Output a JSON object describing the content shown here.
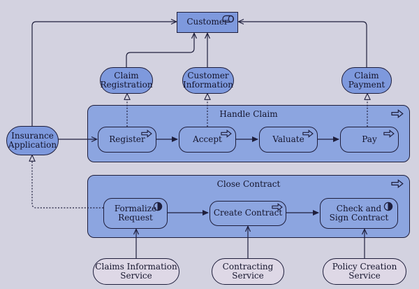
{
  "colors": {
    "background": "#d3d2e0",
    "actor_fill": "#7e99dd",
    "container_fill": "#8ca5e0",
    "external_service_fill": "#ded8e6",
    "line": "#1e1e3c"
  },
  "nodes": {
    "customer": {
      "label": "Customer",
      "icon": "business-role-icon"
    },
    "claim_registration": {
      "line1": "Claim",
      "line2": "Registration"
    },
    "customer_information": {
      "line1": "Customer",
      "line2": "Information"
    },
    "claim_payment": {
      "line1": "Claim",
      "line2": "Payment"
    },
    "insurance_application": {
      "line1": "Insurance",
      "line2": "Application"
    },
    "handle_claim": {
      "label": "Handle Claim",
      "icon": "business-process-icon"
    },
    "register": {
      "label": "Register",
      "icon": "business-process-icon"
    },
    "accept": {
      "label": "Accept",
      "icon": "business-process-icon"
    },
    "valuate": {
      "label": "Valuate",
      "icon": "business-process-icon"
    },
    "pay": {
      "label": "Pay",
      "icon": "business-process-icon"
    },
    "close_contract": {
      "label": "Close Contract",
      "icon": "business-process-icon"
    },
    "formalize_request": {
      "line1": "Formalize",
      "line2": "Request",
      "icon": "business-interaction-icon"
    },
    "create_contract": {
      "label": "Create Contract",
      "icon": "business-process-icon"
    },
    "check_and_sign_contract": {
      "line1": "Check and",
      "line2": "Sign Contract",
      "icon": "business-interaction-icon"
    },
    "claims_information_service": {
      "line1": "Claims Information",
      "line2": "Service"
    },
    "contracting_service": {
      "line1": "Contracting",
      "line2": "Service"
    },
    "policy_creation_service": {
      "line1": "Policy Creation",
      "line2": "Service"
    }
  },
  "relations": [
    {
      "from": "insurance_application",
      "to": "customer",
      "style": "solid-open-arrow"
    },
    {
      "from": "claim_registration",
      "to": "customer",
      "style": "solid-open-arrow"
    },
    {
      "from": "customer_information",
      "to": "customer",
      "style": "solid-open-arrow"
    },
    {
      "from": "claim_payment",
      "to": "customer",
      "style": "solid-open-arrow"
    },
    {
      "from": "register",
      "to": "claim_registration",
      "style": "dotted-hollow-triangle"
    },
    {
      "from": "accept",
      "to": "customer_information",
      "style": "dotted-hollow-triangle"
    },
    {
      "from": "pay",
      "to": "claim_payment",
      "style": "dotted-hollow-triangle"
    },
    {
      "from": "formalize_request",
      "to": "insurance_application",
      "style": "dotted-hollow-triangle"
    },
    {
      "from": "insurance_application",
      "to": "register",
      "style": "solid-open-arrow"
    },
    {
      "from": "register",
      "to": "accept",
      "style": "solid-filled-arrow"
    },
    {
      "from": "accept",
      "to": "valuate",
      "style": "solid-filled-arrow"
    },
    {
      "from": "valuate",
      "to": "pay",
      "style": "solid-filled-arrow"
    },
    {
      "from": "formalize_request",
      "to": "create_contract",
      "style": "solid-filled-arrow"
    },
    {
      "from": "create_contract",
      "to": "check_and_sign_contract",
      "style": "solid-filled-arrow"
    },
    {
      "from": "claims_information_service",
      "to": "formalize_request",
      "style": "solid-open-arrow"
    },
    {
      "from": "contracting_service",
      "to": "create_contract",
      "style": "solid-open-arrow"
    },
    {
      "from": "policy_creation_service",
      "to": "check_and_sign_contract",
      "style": "solid-open-arrow"
    }
  ]
}
